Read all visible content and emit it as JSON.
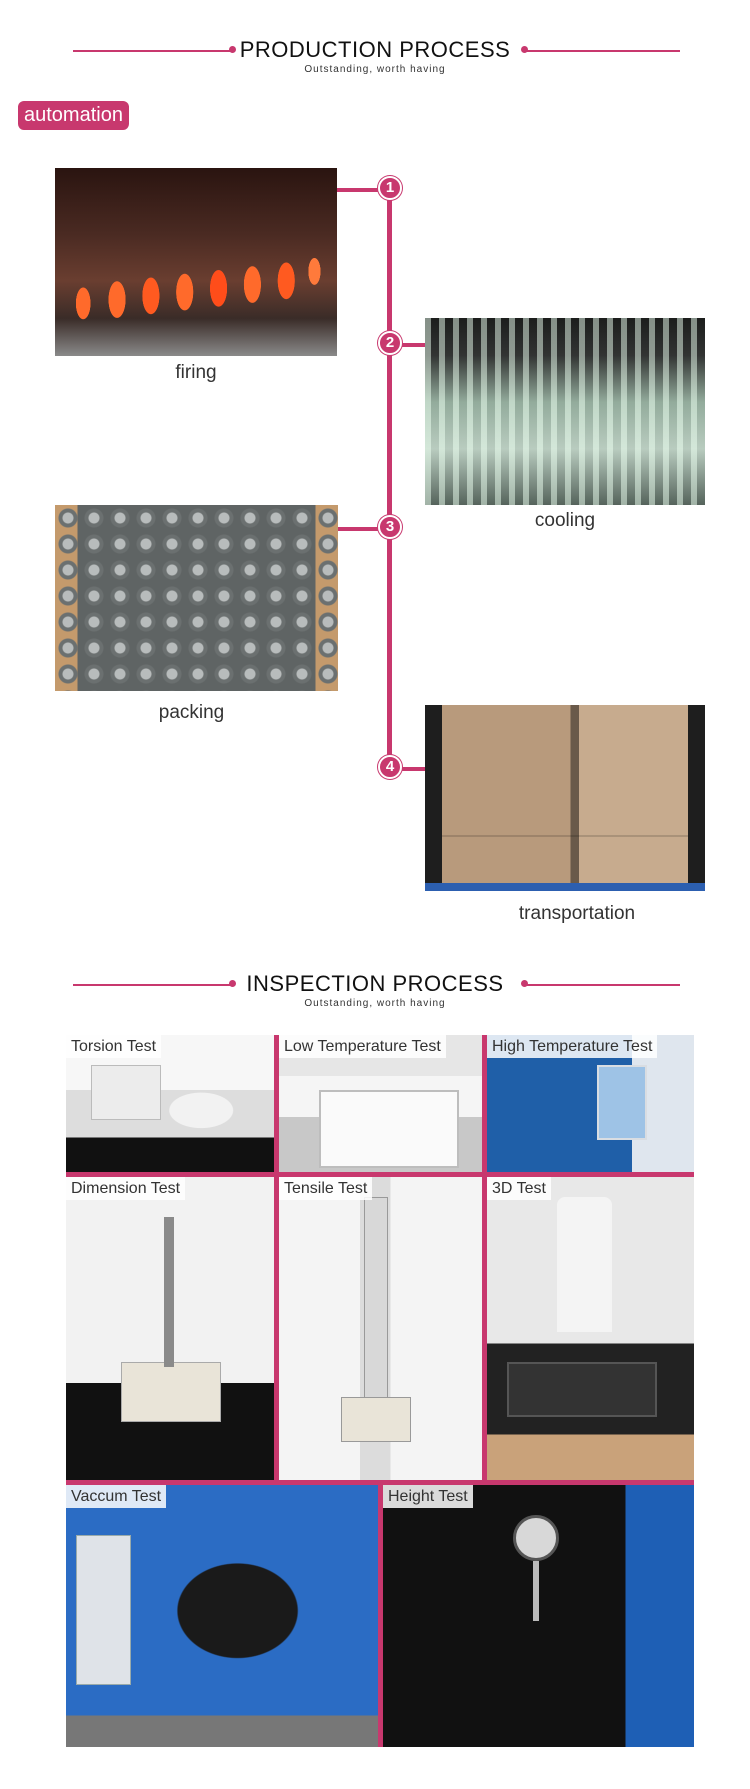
{
  "production": {
    "title": "PRODUCTION PROCESS",
    "subtitle": "Outstanding, worth having",
    "badge": "automation",
    "steps": [
      {
        "number": "1",
        "caption": "firing"
      },
      {
        "number": "2",
        "caption": "cooling"
      },
      {
        "number": "3",
        "caption": "packing"
      },
      {
        "number": "4",
        "caption": "transportation"
      }
    ]
  },
  "inspection": {
    "title": "INSPECTION PROCESS",
    "subtitle": "Outstanding, worth having",
    "tests": [
      {
        "label": "Torsion Test"
      },
      {
        "label": "Low Temperature Test"
      },
      {
        "label": "High Temperature Test"
      },
      {
        "label": "Dimension Test"
      },
      {
        "label": "Tensile Test"
      },
      {
        "label": "3D Test"
      },
      {
        "label": "Vaccum Test"
      },
      {
        "label": "Height Test"
      }
    ]
  },
  "colors": {
    "accent": "#c8386e"
  }
}
